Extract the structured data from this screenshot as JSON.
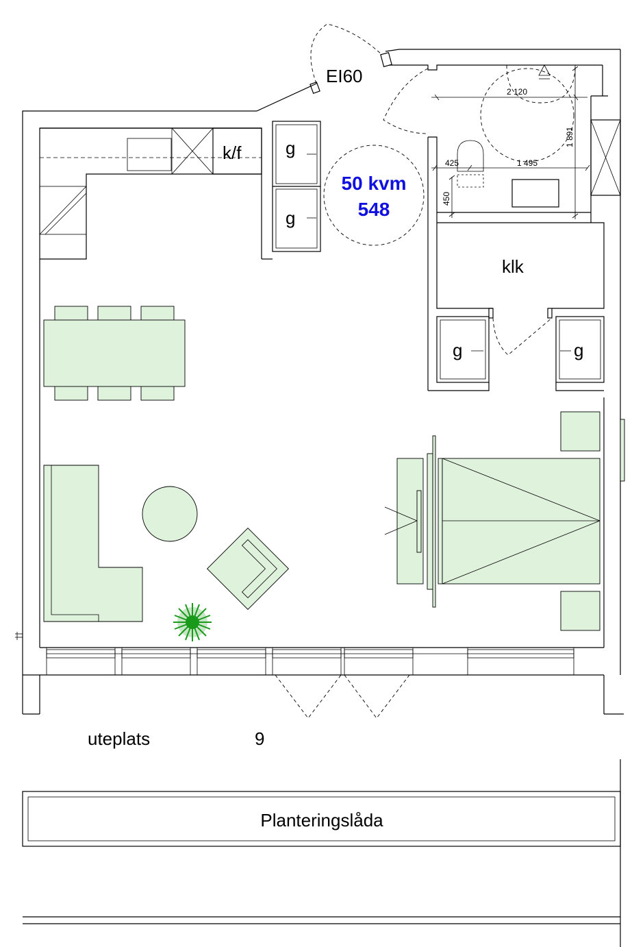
{
  "labels": {
    "fire_door": "EI60",
    "fridge_freezer": "k/f",
    "wardrobe": "g",
    "area": "50 kvm",
    "unit_number": "548",
    "closet": "klk",
    "patio": "uteplats",
    "patio_number": "9",
    "planter": "Planteringslåda"
  },
  "dimensions": {
    "bath_width": "2 120",
    "bath_depth": "1 891",
    "wc_side": "425",
    "basin_width": "1 495",
    "wc_front": "450"
  },
  "colors": {
    "furniture_fill": "#dff2dc",
    "area_text": "#1010e0",
    "plant": "#1a9a1a"
  }
}
